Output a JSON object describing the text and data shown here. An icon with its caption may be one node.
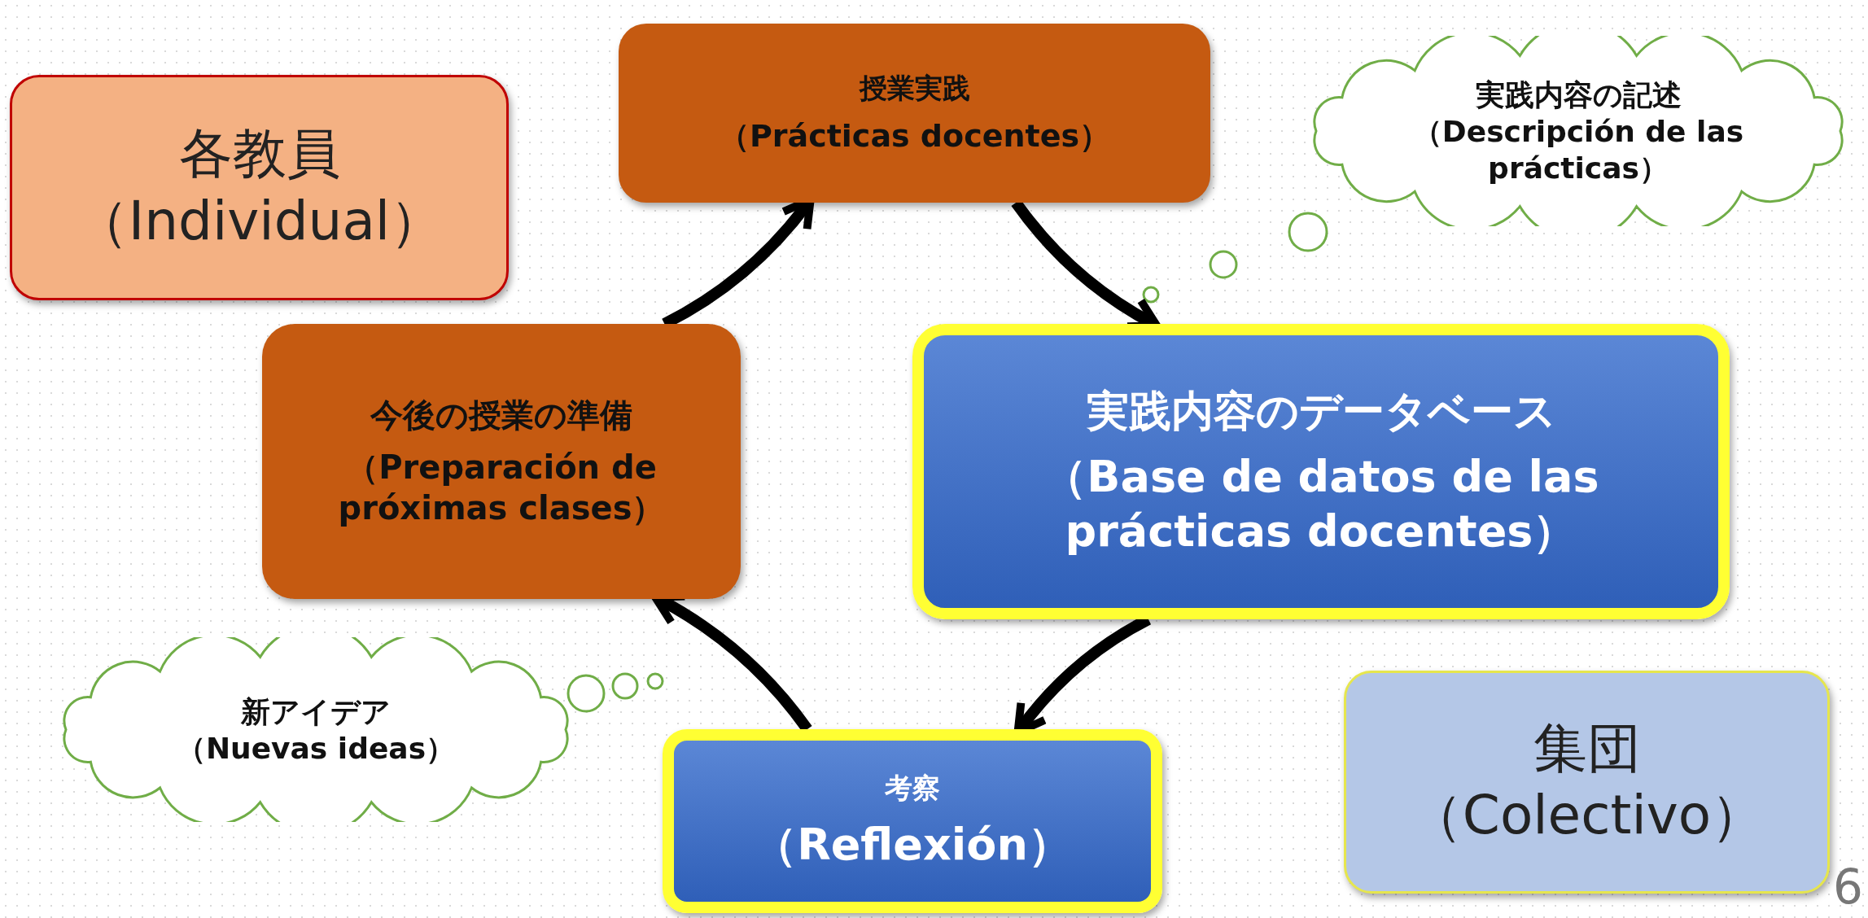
{
  "diagram": {
    "nodes": [
      {
        "text": [
          "各教員",
          "（Individual）"
        ]
      },
      {
        "text": [
          "授業実践",
          "（Prácticas docentes）"
        ]
      },
      {
        "text": [
          "実践内容の記述",
          "（Descripción de las prácticas）"
        ]
      },
      {
        "text": [
          "今後の授業の準備",
          "（Preparación de próximas clases）"
        ]
      },
      {
        "text": [
          "実践内容のデータベース",
          "（Base de datos de las prácticas docentes）"
        ]
      },
      {
        "text": [
          "新アイデア",
          "（Nuevas ideas）"
        ]
      },
      {
        "text": [
          "考察",
          "（Reflexión）"
        ]
      },
      {
        "text": [
          "集団",
          "（Colectivo）"
        ]
      }
    ],
    "edges": [
      {
        "from": 3,
        "to": 1,
        "arrow": "to"
      },
      {
        "from": 1,
        "to": 4,
        "arrow": "to"
      },
      {
        "from": 4,
        "to": 6,
        "arrow": "to"
      },
      {
        "from": 6,
        "to": 3,
        "arrow": "to"
      }
    ],
    "labels": [
      "6"
    ]
  }
}
